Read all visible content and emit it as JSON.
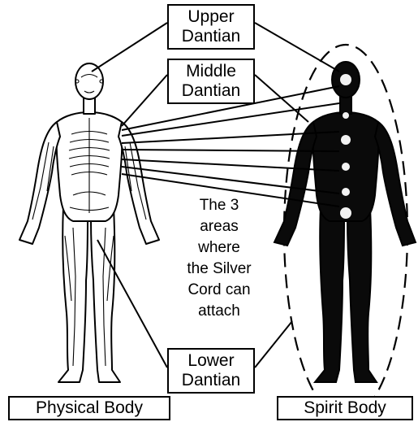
{
  "labels": {
    "upper": [
      "Upper",
      "Dantian"
    ],
    "middle": [
      "Middle",
      "Dantian"
    ],
    "lower": [
      "Lower",
      "Dantian"
    ],
    "physical": "Physical Body",
    "spirit": "Spirit Body"
  },
  "caption": [
    "The 3",
    "areas",
    "where",
    "the Silver",
    "Cord can",
    "attach"
  ],
  "figures": {
    "physical": "physical-body-anatomy-figure",
    "spirit": "spirit-body-dark-silhouette"
  },
  "colors": {
    "ink": "#000000",
    "background": "#ffffff",
    "glow": "#f2f2f2"
  }
}
